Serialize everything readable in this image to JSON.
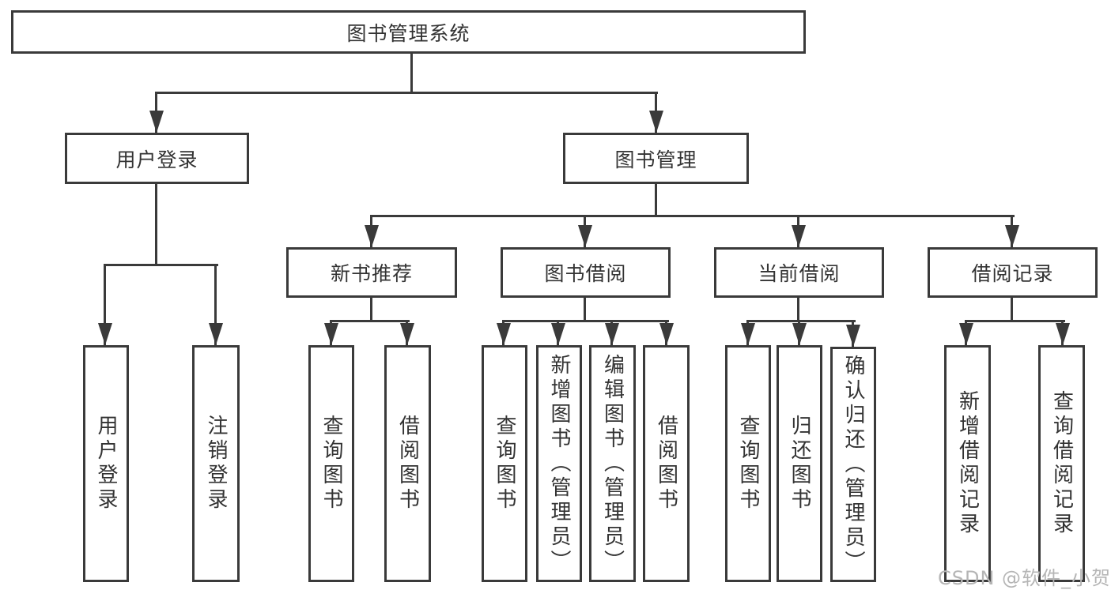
{
  "colors": {
    "line": "#3a3a3a",
    "text": "#333333",
    "watermark": "#b5b5b5",
    "background": "#ffffff"
  },
  "watermark": {
    "text": "CSDN @软件_小贺同学"
  },
  "diagram": {
    "type": "hierarchy-tree",
    "root": {
      "label": "图书管理系统"
    },
    "branches": [
      {
        "label": "用户登录",
        "children": [
          "用户登录",
          "注销登录"
        ]
      },
      {
        "label": "图书管理",
        "subsections": [
          {
            "label": "新书推荐",
            "children": [
              "查询图书",
              "借阅图书"
            ]
          },
          {
            "label": "图书借阅",
            "children": [
              "查询图书",
              "新增图书（管理员）",
              "编辑图书（管理员）",
              "借阅图书"
            ]
          },
          {
            "label": "当前借阅",
            "children": [
              "查询图书",
              "归还图书",
              "确认归还（管理员）"
            ]
          },
          {
            "label": "借阅记录",
            "children": [
              "新增借阅记录",
              "查询借阅记录"
            ]
          }
        ]
      }
    ]
  }
}
